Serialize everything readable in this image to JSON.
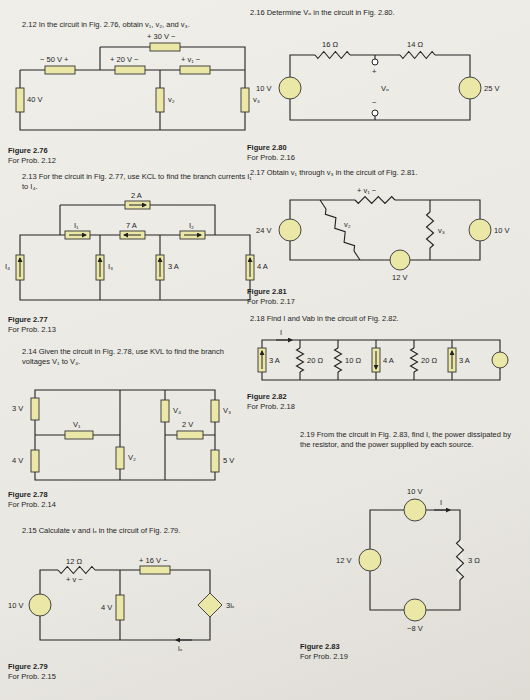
{
  "diagram": {
    "labels": [
      "2.12  In the circuit in Fig. 2.76, obtain v₁, v₂, and v₃.",
      "+ 30 V −",
      "− 50 V +",
      "+ 20 V −",
      "+ v₁ −",
      "40 V",
      "v₂",
      "v₃",
      "Figure 2.76",
      "For Prob. 2.12",
      "2.13  For the circuit in Fig. 2.77, use KCL to find the branch currents I₁ to I₄.",
      "2 A",
      "I₁",
      "7 A",
      "I₂",
      "I₄",
      "I₃",
      "3 A",
      "4 A",
      "Figure 2.77",
      "For Prob. 2.13",
      "2.14  Given the circuit in Fig. 2.78, use KVL to find the branch voltages V₁ to V₄.",
      "3 V",
      "V₁",
      "V₄",
      "2 V",
      "V₃",
      "4 V",
      "V₂",
      "5 V",
      "Figure 2.78",
      "For Prob. 2.14",
      "2.15  Calculate v and iₓ in the circuit of Fig. 2.79.",
      "12 Ω",
      "+ 16 V −",
      "+ v −",
      "10 V",
      "4 V",
      "3iₓ",
      "iₓ",
      "Figure 2.79",
      "For Prob. 2.15",
      "2.16  Determine Vₒ in the circuit in Fig. 2.80.",
      "16 Ω",
      "14 Ω",
      "10 V",
      "+",
      "Vₒ",
      "−",
      "25 V",
      "Figure 2.80",
      "For Prob. 2.16",
      "2.17  Obtain v₁ through v₃ in the circuit of Fig. 2.81.",
      "+ v₁ −",
      "24 V",
      "v₂",
      "v₃",
      "10 V",
      "12 V",
      "Figure 2.81",
      "For Prob. 2.17",
      "2.18  Find I and Vab in the circuit of Fig. 2.82.",
      "I",
      "3 A",
      "20 Ω",
      "10 Ω",
      "4 A",
      "20 Ω",
      "3 A",
      "Figure 2.82",
      "For Prob. 2.18",
      "2.19  From the circuit in Fig. 2.83, find I, the power dissipated by the resistor, and the power supplied by each source.",
      "10 V",
      "I",
      "12 V",
      "3 Ω",
      "−8 V",
      "Figure 2.83",
      "For Prob. 2.19"
    ]
  }
}
